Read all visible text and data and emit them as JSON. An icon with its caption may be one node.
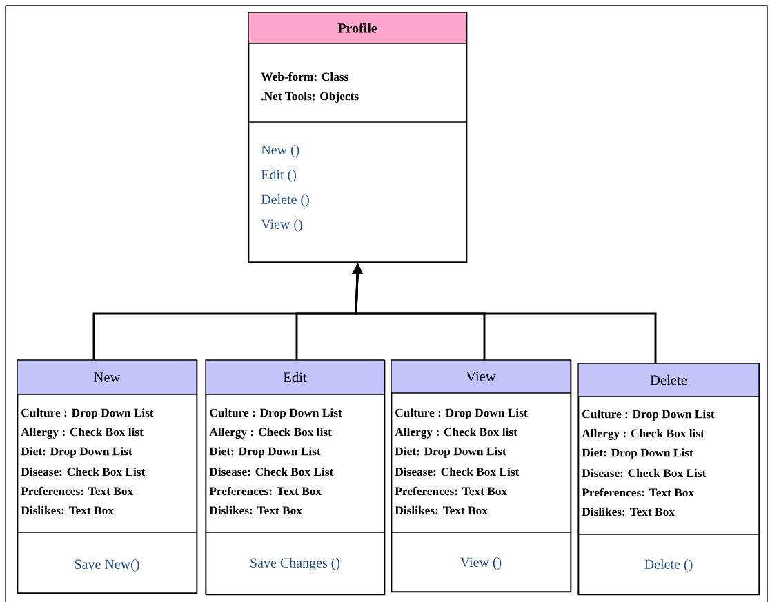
{
  "diagram": {
    "nodes": [
      {
        "text": [
          "Profile",
          "Web-form:  Class",
          ".Net Tools:  Objects",
          "New ()",
          "Edit ()",
          "Delete ()",
          "View ()"
        ]
      },
      {
        "text": [
          "New",
          "Culture : Drop Down List",
          "Allergy : Check Box list",
          "Diet: Drop Down List",
          "Disease: Check Box List",
          "Preferences: Text Box",
          "Dislikes: Text Box",
          "Save New()"
        ]
      },
      {
        "text": [
          "Edit",
          "Culture : Drop Down List",
          "Allergy : Check Box list",
          "Diet: Drop Down List",
          "Disease: Check Box List",
          "Preferences: Text Box",
          "Dislikes: Text Box",
          "Save Changes ()"
        ]
      },
      {
        "text": [
          "View",
          "Culture : Drop Down List",
          "Allergy : Check Box list",
          "Diet: Drop Down List",
          "Disease: Check Box List",
          "Preferences: Text Box",
          "Dislikes: Text Box",
          "View ()"
        ]
      },
      {
        "text": [
          "Delete",
          "Culture : Drop Down List",
          "Allergy : Check Box list",
          "Diet: Drop Down List",
          "Disease: Check Box List",
          "Preferences: Text Box",
          "Dislikes: Text Box",
          "Delete ()"
        ]
      }
    ],
    "edges": [
      {
        "from": 1,
        "to": 0,
        "arrow": "to"
      },
      {
        "from": 2,
        "to": 0,
        "arrow": "to"
      },
      {
        "from": 3,
        "to": 0,
        "arrow": "to"
      },
      {
        "from": 4,
        "to": 0,
        "arrow": "to"
      }
    ]
  }
}
